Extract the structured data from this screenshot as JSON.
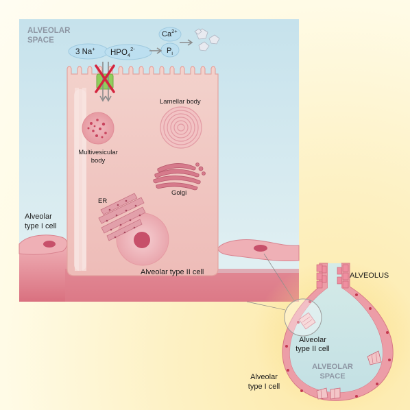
{
  "labels": {
    "alveolar_space_line1": "ALVEOLAR",
    "alveolar_space_line2": "SPACE",
    "sodium": "3 Na",
    "sodium_sup": "+",
    "phosphate": "HPO",
    "phosphate_sub": "4",
    "phosphate_sup": "2-",
    "calcium": "Ca",
    "calcium_sup": "2+",
    "pi": "P",
    "pi_sub": "i",
    "lamellar_body": "Lamellar body",
    "multivesicular_line1": "Multivesicular",
    "multivesicular_line2": "body",
    "golgi": "Golgi",
    "er": "ER",
    "type1_line1": "Alveolar",
    "type1_line2": "type I cell",
    "type2_cell": "Alveolar type II cell"
  },
  "inset": {
    "alveolus": "ALVEOLUS",
    "type2_line1": "Alveolar",
    "type2_line2": "type II cell",
    "space_line1": "ALVEOLAR",
    "space_line2": "SPACE",
    "type1_line1": "Alveolar",
    "type1_line2": "type I cell"
  },
  "colors": {
    "cell": "#f2c8c4",
    "cell_edge": "#e3a39f",
    "space": "#cfe8ef",
    "tissue": "#e58f98",
    "transporter": "#8fce5c",
    "inhibit": "#d4243f",
    "organelle": "#d97a8c"
  }
}
